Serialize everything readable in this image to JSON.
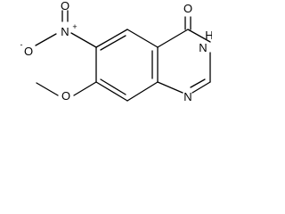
{
  "molecule": {
    "atoms": {
      "oxo_o": "O",
      "nh_n": "N",
      "nh_h": "H",
      "ring_n": "N",
      "nitro_n": "N",
      "nitro_n_charge": "+",
      "nitro_o_top": "O",
      "nitro_o_left": "O",
      "nitro_o_left_charge": "-",
      "methoxy_o": "O"
    }
  }
}
